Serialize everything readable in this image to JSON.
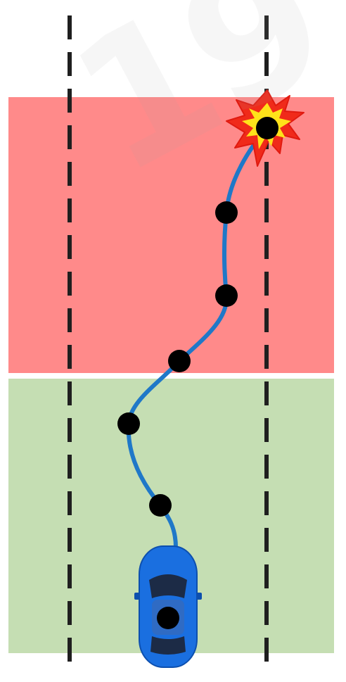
{
  "scene": {
    "zones": [
      {
        "name": "danger-zone",
        "color": "#ff8a8a"
      },
      {
        "name": "safe-zone",
        "color": "#c5deb3"
      }
    ],
    "lane_line_color": "#1f1f1f",
    "path_color": "#1f78c8",
    "waypoint_color": "#000000",
    "waypoint_count": 7,
    "collision_icon": "explosion-icon",
    "vehicle_icon": "car-icon",
    "vehicle_color": "#1a6fe0"
  },
  "watermark": {
    "text": "19"
  }
}
